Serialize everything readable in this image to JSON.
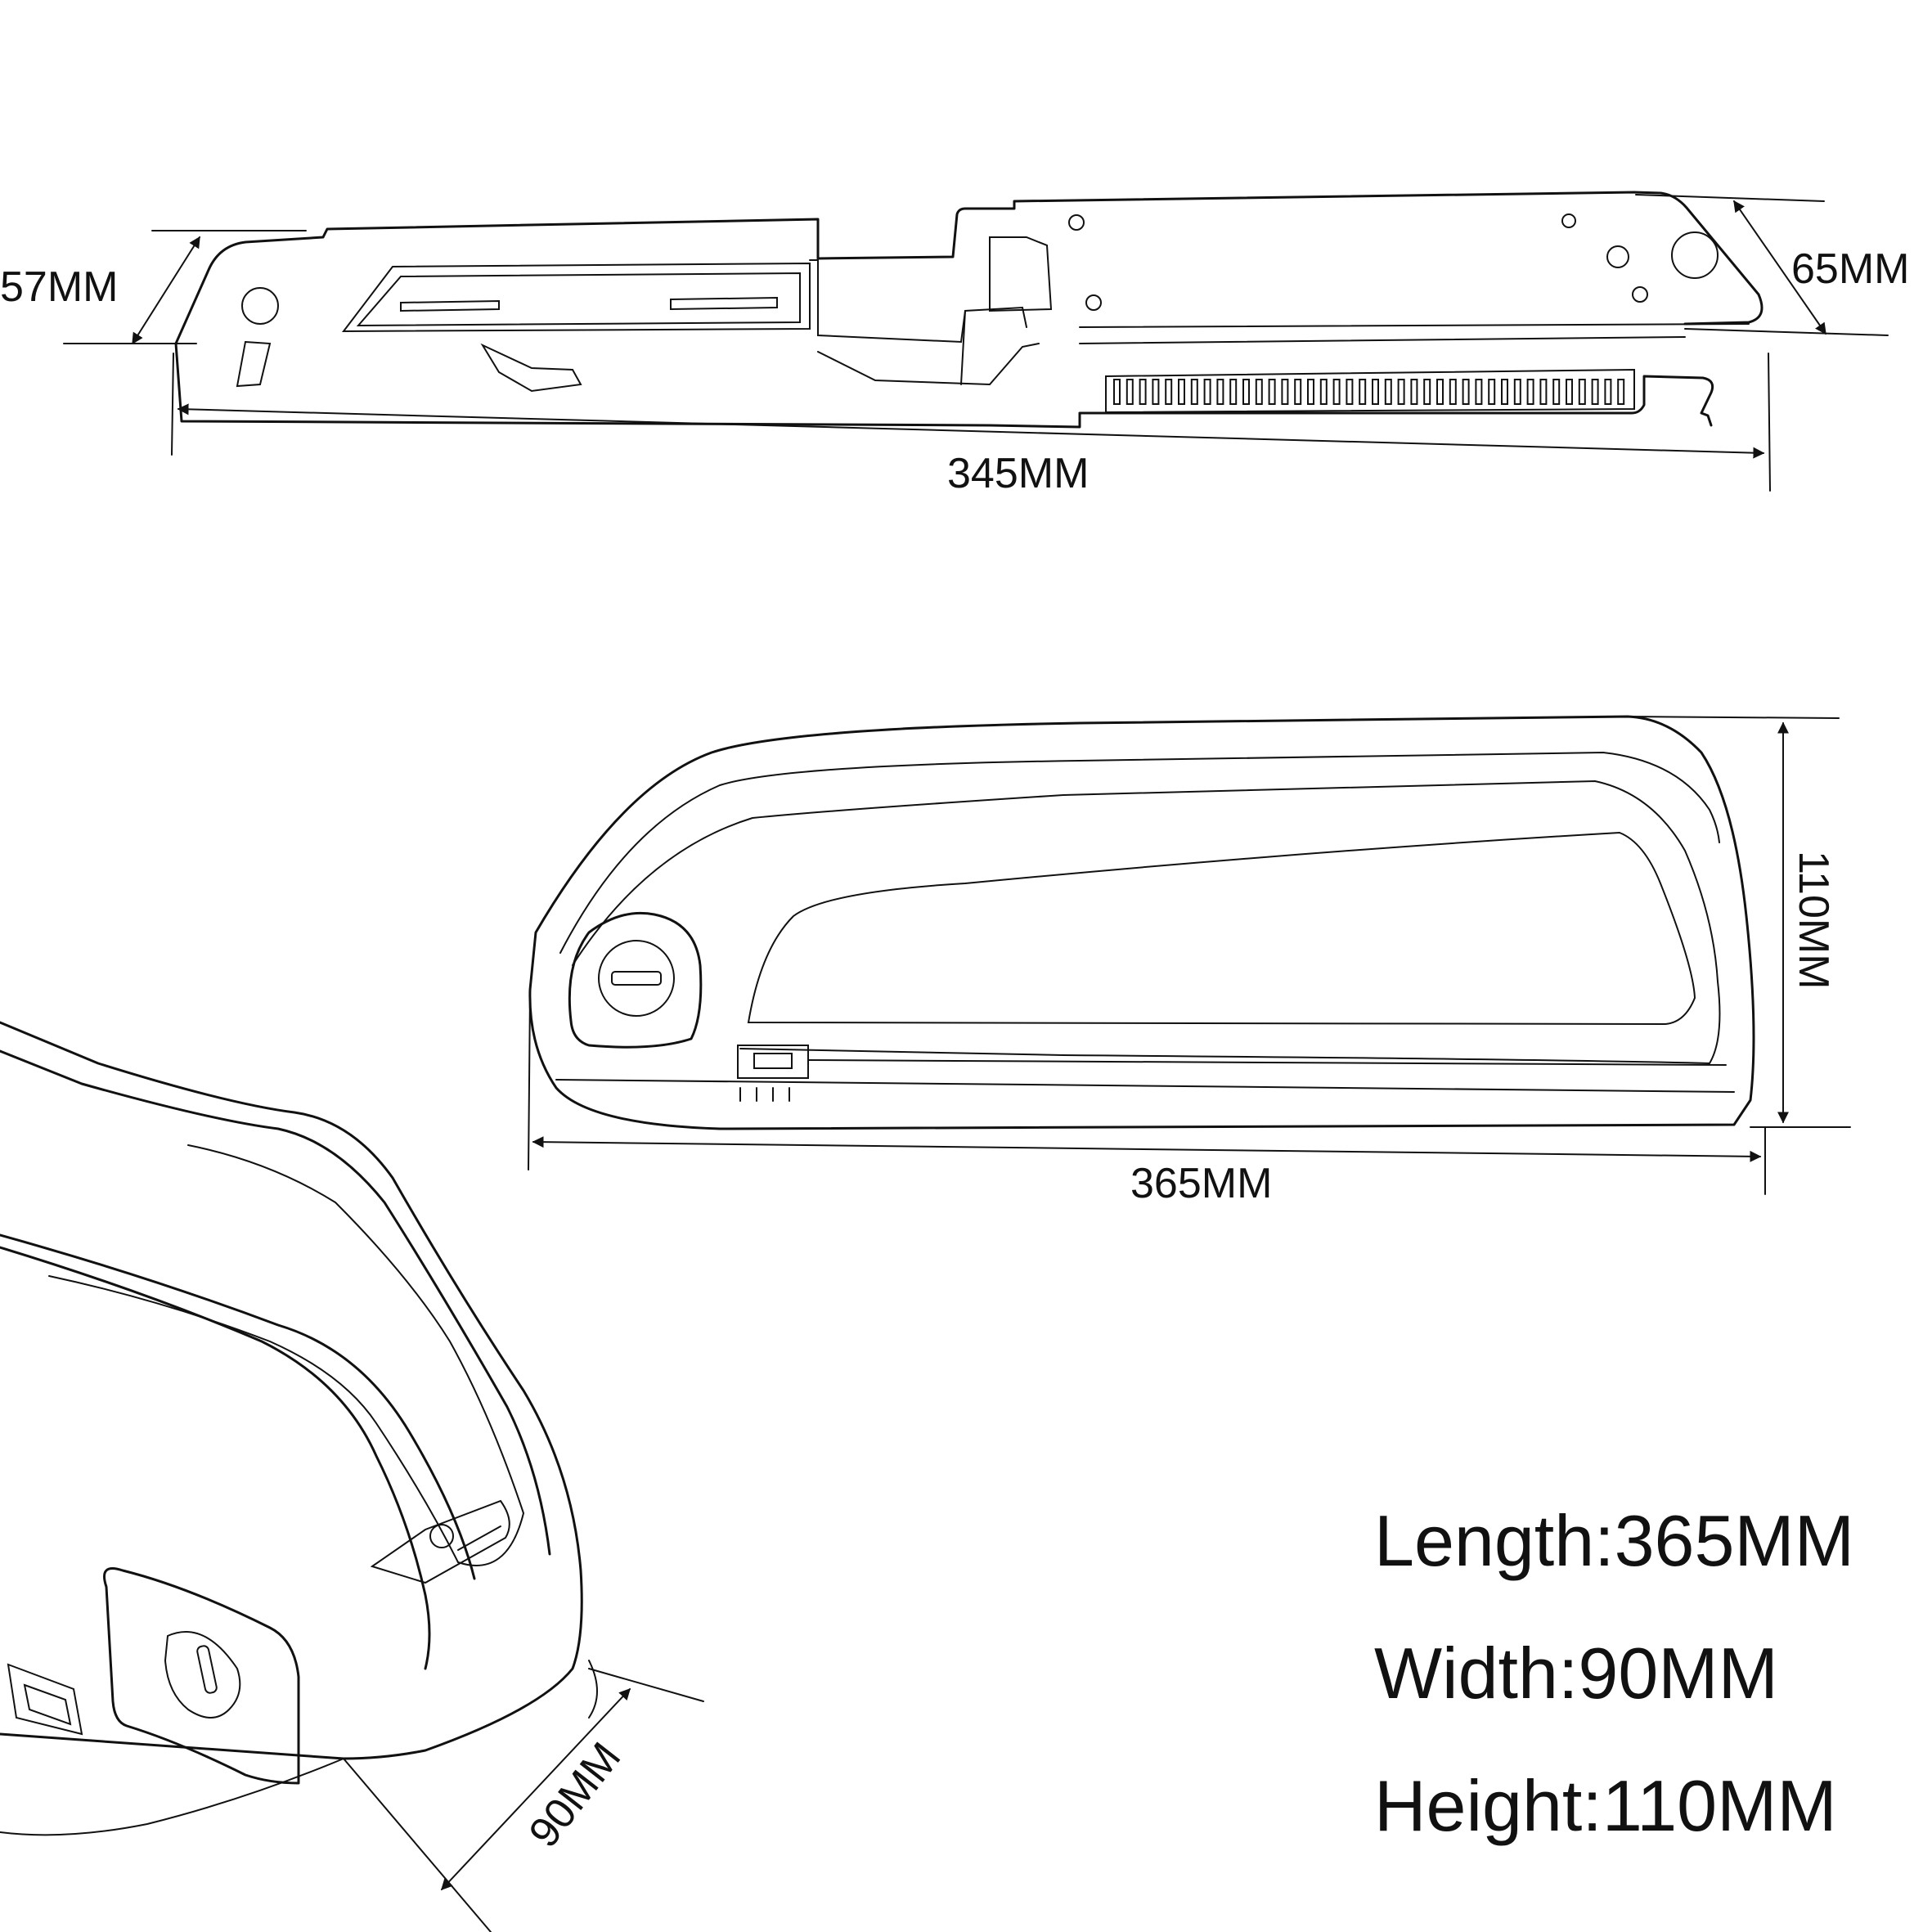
{
  "dimensions": {
    "top_view_height": "57MM",
    "top_view_depth": "65MM",
    "top_view_length": "345MM",
    "side_view_height": "110MM",
    "side_view_length": "365MM",
    "perspective_width": "90MM"
  },
  "specs": [
    {
      "text": "Length:365MM"
    },
    {
      "text": "Width:90MM"
    },
    {
      "text": "Height:110MM"
    }
  ]
}
